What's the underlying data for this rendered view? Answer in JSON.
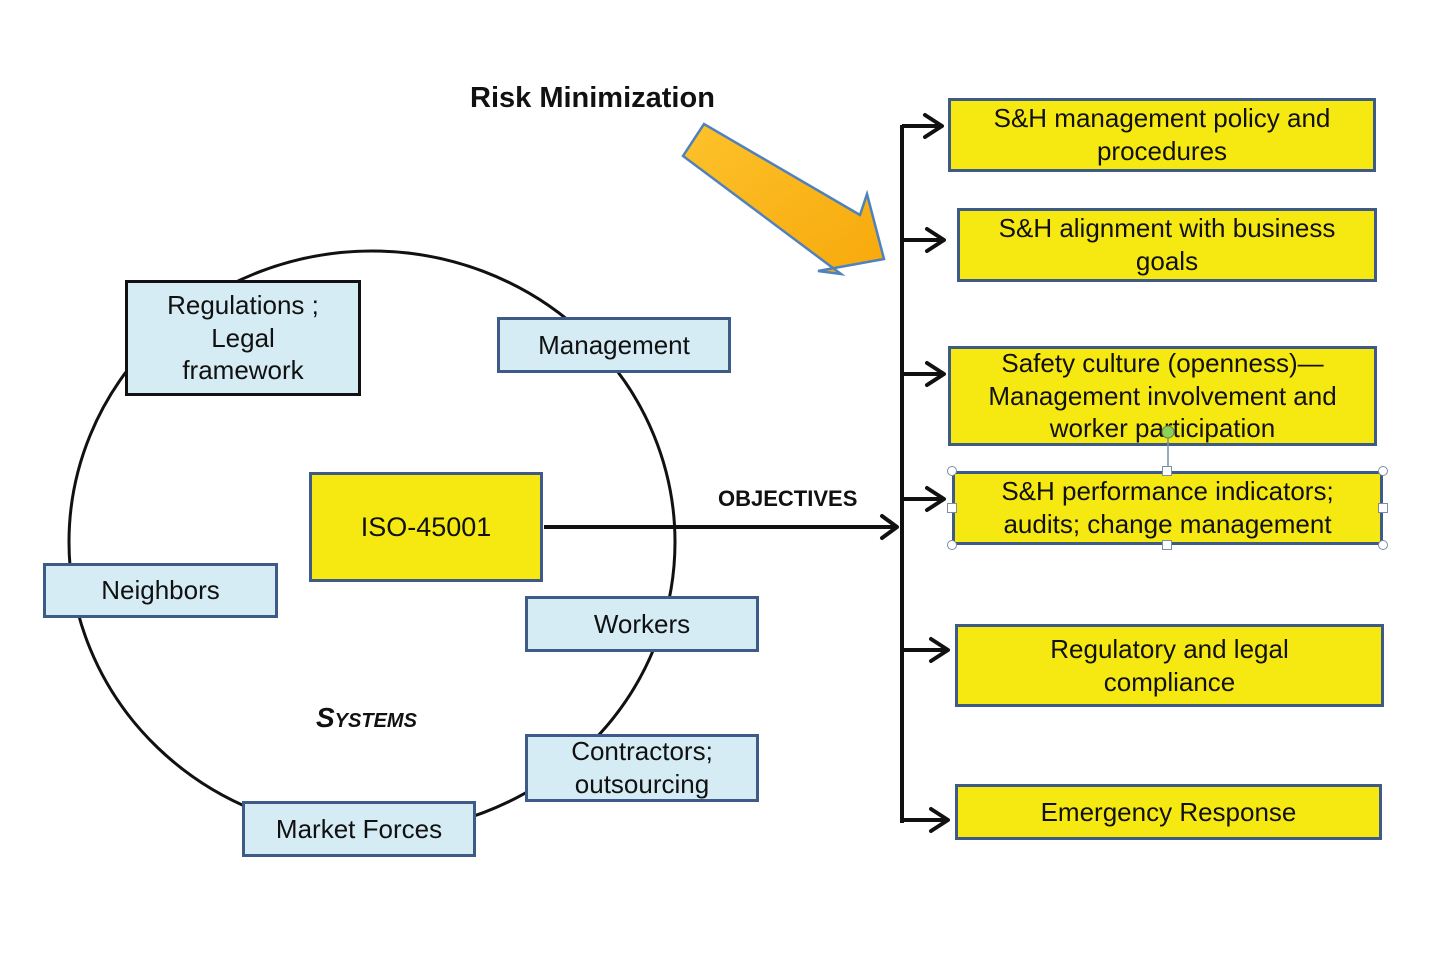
{
  "title": "Risk Minimization",
  "center_label": "ISO-45001",
  "objectives_label": "OBJECTIVES",
  "systems_label": "Systems",
  "systems": [
    "Regulations ; Legal framework",
    "Management",
    "Neighbors",
    "Workers",
    "Contractors; outsourcing",
    "Market Forces"
  ],
  "objectives": [
    "S&H management policy and procedures",
    "S&H alignment with business goals",
    "Safety culture (openness)—Management involvement and worker participation",
    "S&H performance indicators; audits; change management",
    "Regulatory and legal compliance",
    "Emergency Response"
  ],
  "colors": {
    "objective_fill": "#f6e912",
    "system_fill": "#d5ecf5",
    "box_border": "#3e5a87",
    "arrow_fill": "#fbb817",
    "arrow_outline": "#4f81bd"
  }
}
